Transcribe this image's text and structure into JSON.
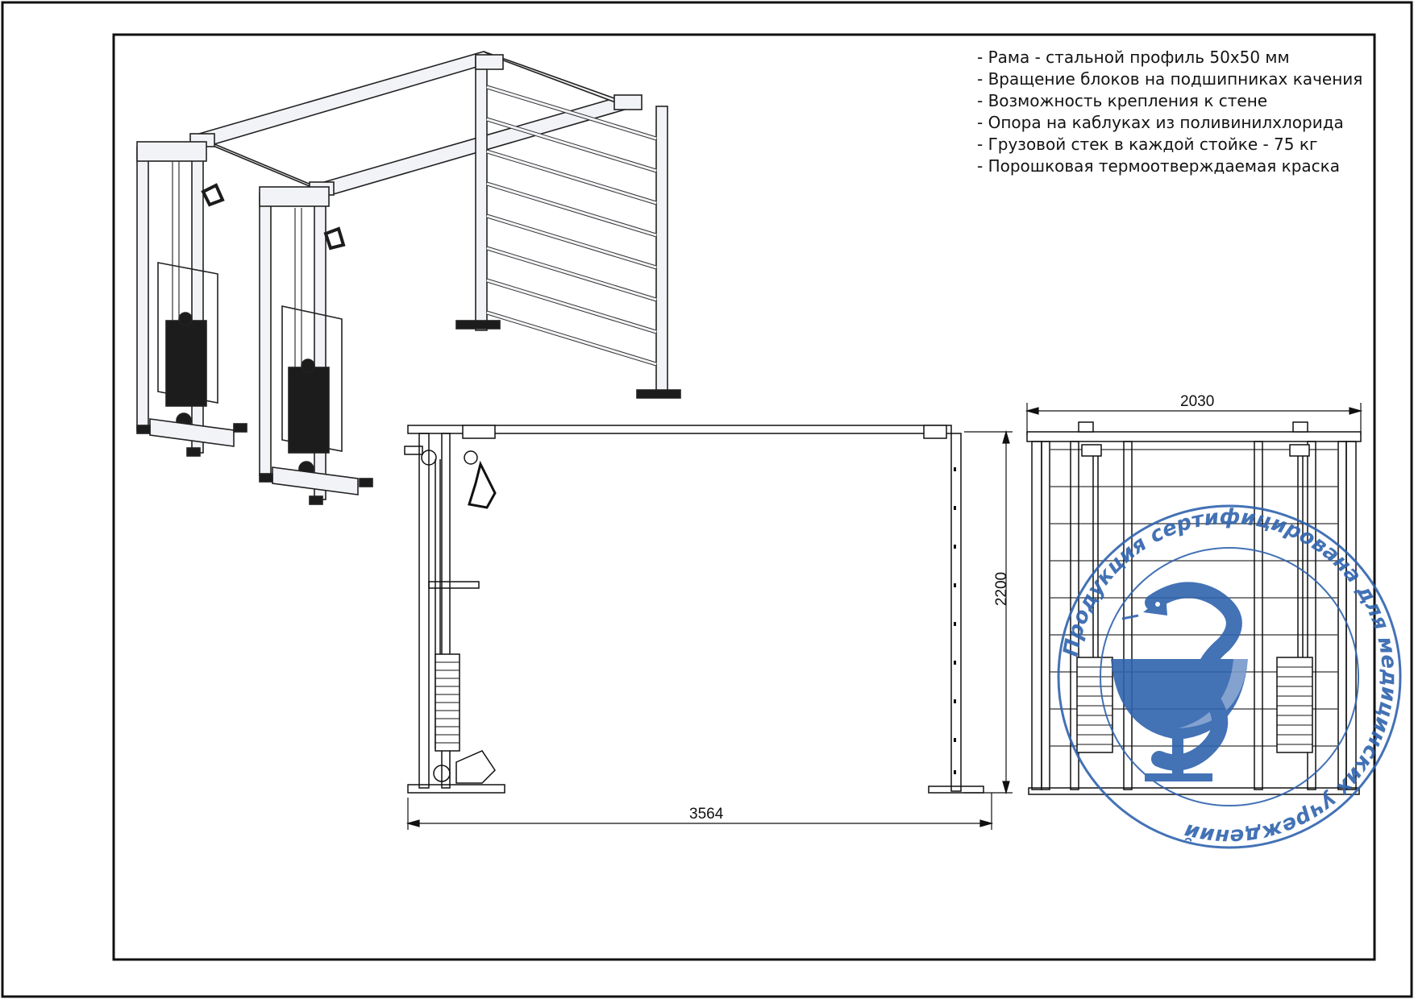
{
  "specs": [
    "- Рама - стальной профиль 50х50 мм",
    "- Вращение блоков на подшипниках качения",
    "- Возможность крепления к стене",
    "- Опора на каблуках из поливинилхлорида",
    "- Грузовой стек в каждой стойке - 75 кг",
    "- Порошковая термоотверждаемая краска"
  ],
  "dimensions": {
    "width": "3564",
    "depth": "2030",
    "height": "2200"
  },
  "stamp": {
    "text": "Продукция сертифицирована для медицинских учреждений",
    "color": "#2f63ae"
  },
  "colors": {
    "frame_line": "#111111",
    "frame_fill": "#f2f3f7",
    "weight_stack": "#1c1c1c"
  }
}
